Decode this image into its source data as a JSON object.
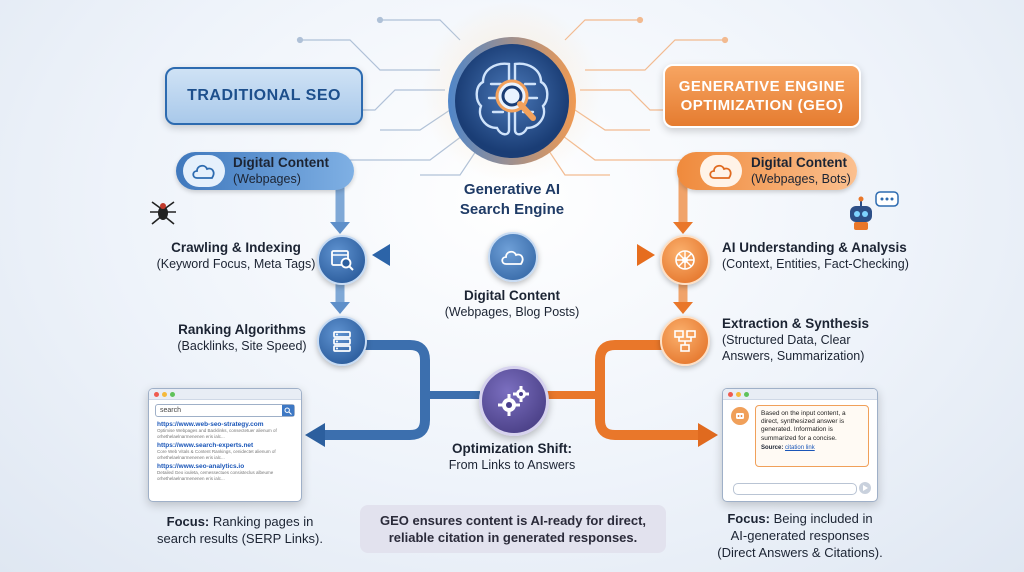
{
  "titles": {
    "traditional": "TRADITIONAL SEO",
    "geo_line1": "GENERATIVE ENGINE",
    "geo_line2": "OPTIMIZATION (GEO)"
  },
  "center": {
    "line1": "Generative AI",
    "line2": "Search Engine"
  },
  "left": {
    "content_title": "Digital Content",
    "content_sub": "(Webpages)",
    "crawl_title": "Crawling & Indexing",
    "crawl_sub": "(Keyword Focus, Meta Tags)",
    "rank_title": "Ranking Algorithms",
    "rank_sub": "(Backlinks, Site Speed)",
    "focus_label": "Focus:",
    "focus_text1": "Ranking pages in",
    "focus_text2": "search results (SERP Links)."
  },
  "right": {
    "content_title": "Digital Content",
    "content_sub": "(Webpages, Bots)",
    "ai_title": "AI Understanding & Analysis",
    "ai_sub": "(Context, Entities, Fact-Checking)",
    "extract_title": "Extraction & Synthesis",
    "extract_sub1": "(Structured Data, Clear",
    "extract_sub2": "Answers, Summarization)",
    "focus_label": "Focus:",
    "focus_text1": "Being included in",
    "focus_text2": "AI-generated responses",
    "focus_text3": "(Direct Answers & Citations)."
  },
  "middle": {
    "content_title": "Digital Content",
    "content_sub": "(Webpages, Blog Posts)",
    "shift_title": "Optimization Shift:",
    "shift_sub": "From Links to Answers"
  },
  "serp": {
    "search_placeholder": "search",
    "results": [
      {
        "url": "https://www.web-seo-strategy.com",
        "snippet1": "Optimise Webpages and Backlinks, consectetuer alienum of",
        "snippet2": "orhethelaelnarmenenen eris ialc..."
      },
      {
        "url": "https://www.search-experts.net",
        "snippet1": "Core Web Vitals & Content Rankings, cenidectet alienum of",
        "snippet2": "orhethelaelnarmenenen eris ialc..."
      },
      {
        "url": "https://www.seo-analytics.io",
        "snippet1": "Detailed Geo iouleta, cemessectues consisteclus albeume",
        "snippet2": "orhethelaelnarmenenen eris ialc..."
      }
    ]
  },
  "ai_answer": {
    "text": "Based on the input content, a direct, synthesized answer is generated. Information is summarized for a concise.",
    "source_label": "Source:",
    "source_link": "citation link"
  },
  "note": {
    "line1": "GEO ensures content is AI-ready for direct,",
    "line2": "reliable citation in generated responses."
  },
  "colors": {
    "blue": "#2d6bb0",
    "orange": "#e9772a",
    "purple": "#5b4f9a"
  }
}
